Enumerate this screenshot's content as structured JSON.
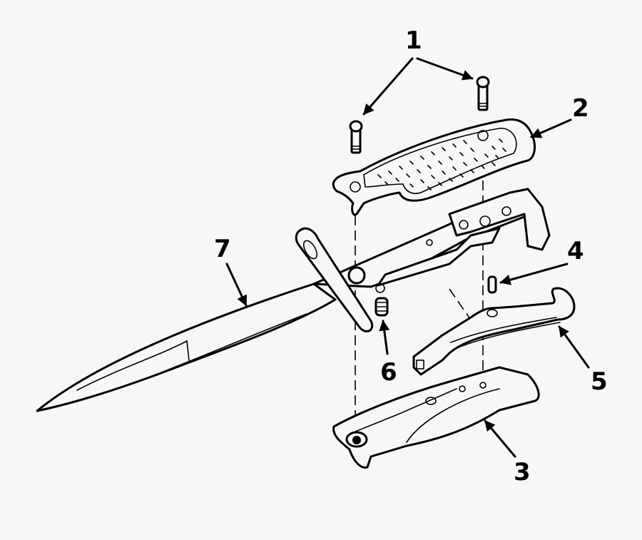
{
  "diagram": {
    "type": "exploded-view",
    "subject": "bayonet knife assembly",
    "background": "#f7f7f7",
    "line_color": "#000000",
    "callouts": [
      {
        "id": "1",
        "label": "1",
        "part": "grip screws (2)"
      },
      {
        "id": "2",
        "label": "2",
        "part": "upper grip"
      },
      {
        "id": "3",
        "label": "3",
        "part": "lower grip"
      },
      {
        "id": "4",
        "label": "4",
        "part": "pin"
      },
      {
        "id": "5",
        "label": "5",
        "part": "latch lever"
      },
      {
        "id": "6",
        "label": "6",
        "part": "spring"
      },
      {
        "id": "7",
        "label": "7",
        "part": "blade"
      }
    ]
  }
}
